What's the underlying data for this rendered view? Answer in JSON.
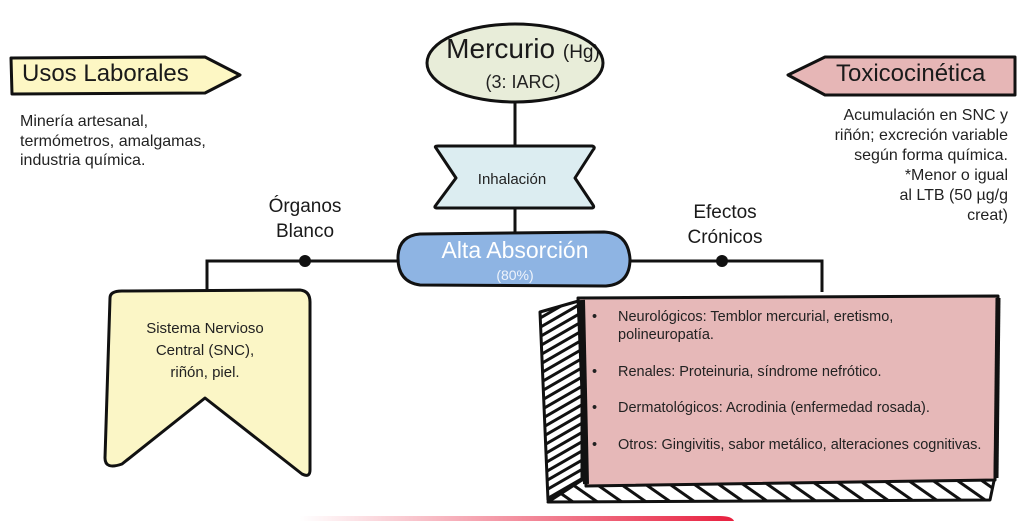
{
  "colors": {
    "usos_fill": "#fdf7c4",
    "tox_fill": "#e6b6b6",
    "mercurio_fill": "#e8edd9",
    "inhalacion_fill": "#dcedf1",
    "absorcion_fill": "#8eb4e3",
    "snc_fill": "#fbf6c6",
    "effects_fill": "#e6b8b8",
    "bottom_bar_start": "#ffffff",
    "bottom_bar_end": "#e8203f"
  },
  "usos_laborales": {
    "title": "Usos Laborales",
    "body": "Minería artesanal, termómetros, amalgamas, industria química."
  },
  "toxicocinetica": {
    "title": "Toxicocinética",
    "body": "Acumulación en SNC y\nriñón; excreción variable\nsegún forma química.\n*Menor o igual\nal LTB (50 µg/g\ncreat)"
  },
  "mercurio": {
    "title": "Mercurio",
    "symbol": "(Hg)",
    "classification": "(3: IARC)"
  },
  "route": {
    "label": "Inhalación"
  },
  "absorption": {
    "label": "Alta Absorción",
    "percent": "(80%)"
  },
  "target_organs": {
    "label_line1": "Órganos",
    "label_line2": "Blanco",
    "body_line1": "Sistema Nervioso",
    "body_line2": "Central (SNC),",
    "body_line3": "riñón, piel."
  },
  "chronic_effects": {
    "label_line1": "Efectos",
    "label_line2": "Crónicos",
    "items": [
      "Neurológicos: Temblor mercurial, eretismo, polineuropatía.",
      "Renales: Proteinuria, síndrome nefrótico.",
      "Dermatológicos: Acrodinia (enfermedad rosada).",
      "Otros: Gingivitis, sabor metálico, alteraciones cognitivas."
    ]
  }
}
